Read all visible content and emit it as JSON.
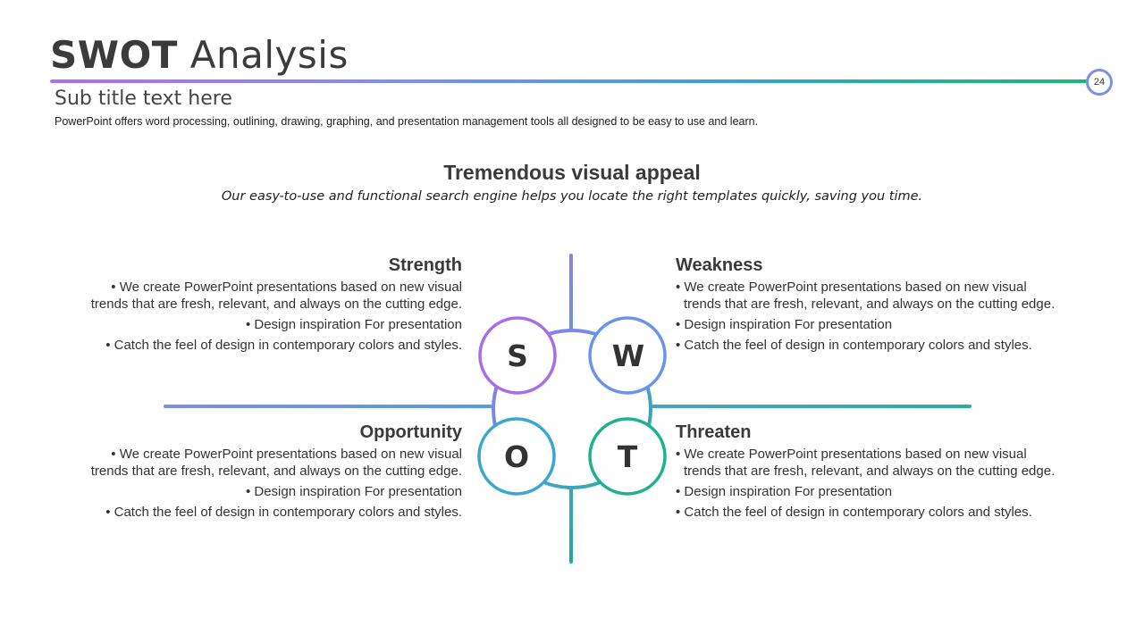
{
  "header": {
    "title_bold": "SWOT",
    "title_rest": "Analysis",
    "page_number": "24",
    "subtitle": "Sub title text here",
    "description": "PowerPoint offers word processing, outlining, drawing, graphing, and presentation management tools all designed to be easy to use and learn."
  },
  "section": {
    "heading": "Tremendous visual appeal",
    "subheading": "Our easy-to-use and functional search engine helps you locate the right templates quickly,  saving you time."
  },
  "swot": {
    "strength": {
      "letter": "S",
      "title": "Strength",
      "bullets": [
        "• We create PowerPoint presentations based on new visual trends that are fresh, relevant, and always on the cutting edge.",
        "• Design inspiration For presentation",
        "• Catch the feel of design in contemporary colors and styles."
      ]
    },
    "weakness": {
      "letter": "W",
      "title": "Weakness",
      "bullets": [
        "• We create PowerPoint presentations based on new visual trends that are fresh, relevant, and always on the cutting edge.",
        "• Design inspiration For presentation",
        "• Catch the feel of design in contemporary colors and styles."
      ]
    },
    "opportunity": {
      "letter": "O",
      "title": "Opportunity",
      "bullets": [
        "• We create PowerPoint presentations based on new visual trends that are fresh, relevant, and always on the cutting edge.",
        "• Design inspiration For presentation",
        "• Catch the feel of design in contemporary colors and styles."
      ]
    },
    "threaten": {
      "letter": "T",
      "title": "Threaten",
      "bullets": [
        "• We create PowerPoint presentations based on new visual trends that are fresh, relevant, and always on the cutting edge.",
        "• Design inspiration For presentation",
        "• Catch the feel of design in contemporary colors and styles."
      ]
    }
  },
  "colors": {
    "purple": "#a86ee6",
    "blue": "#6b93ee",
    "cyan": "#3ba6cf",
    "green": "#1fb08e"
  }
}
